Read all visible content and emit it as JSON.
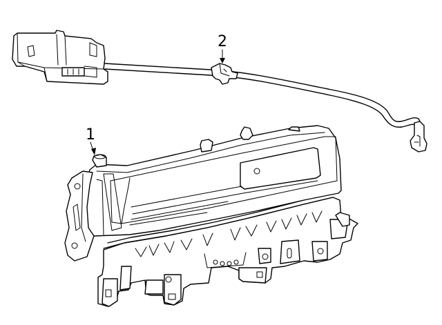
{
  "callouts": [
    {
      "number": "1",
      "target": "airbag-module"
    },
    {
      "number": "2",
      "target": "wire-harness-clip"
    }
  ],
  "colors": {
    "line": "#000000",
    "background": "#ffffff"
  }
}
